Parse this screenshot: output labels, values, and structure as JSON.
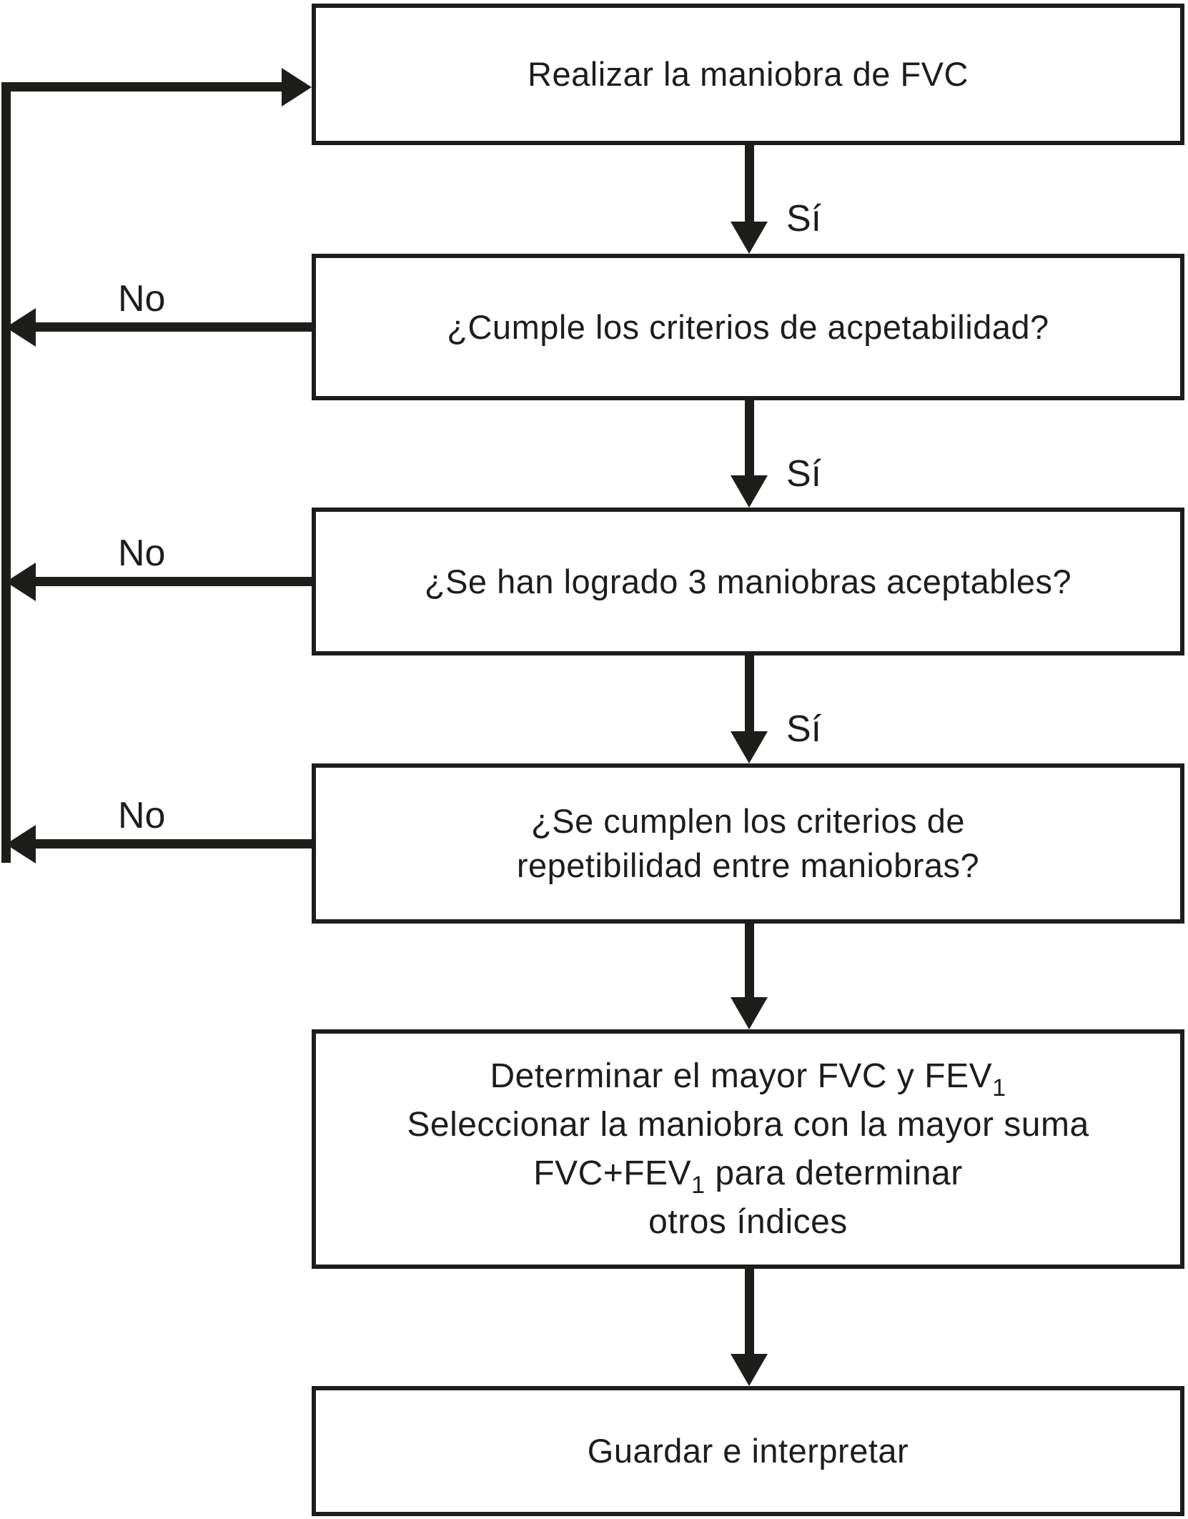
{
  "diagram": {
    "description": "Flujograma de la maniobra de espirometria FVC",
    "colors": {
      "line": "#1d1d1b",
      "background": "#ffffff",
      "text": "#1d1d1b"
    },
    "labels": {
      "yes": "Sí",
      "no": "No"
    },
    "boxes": {
      "realizar": {
        "text": "Realizar la maniobra de FVC"
      },
      "aceptabilidad": {
        "text": "¿Cumple los criterios de acpetabilidad?"
      },
      "tres_maniobras": {
        "text": "¿Se han logrado 3 maniobras aceptables?"
      },
      "repetibilidad": {
        "line1": "¿Se cumplen los criterios de",
        "line2": "repetibilidad entre maniobras?"
      },
      "determinar": {
        "l1a": "Determinar el mayor FVC y FEV",
        "l1sub": "1",
        "l2": "Seleccionar la maniobra con la mayor suma",
        "l3a": "FVC+FEV",
        "l3sub": "1",
        "l3b": " para determinar",
        "l4": "otros índices"
      },
      "guardar": {
        "text": "Guardar e interpretar"
      }
    }
  }
}
